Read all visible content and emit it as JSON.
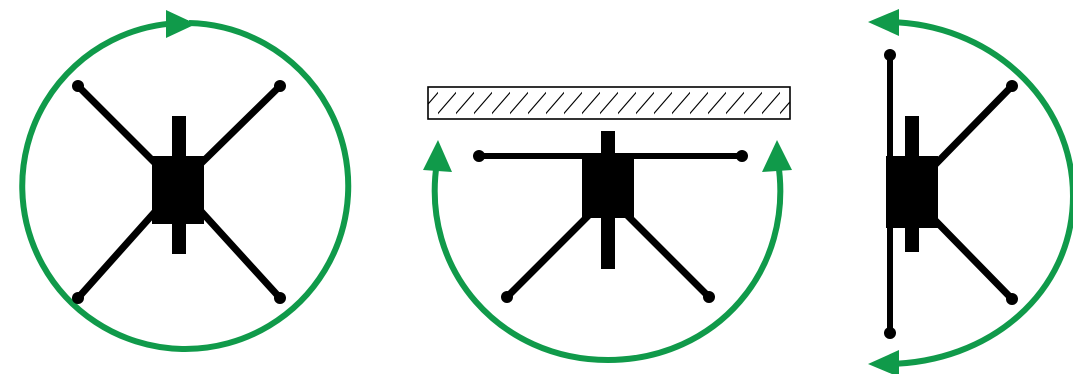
{
  "colors": {
    "rotation_arrow": "#109a4a",
    "mount": "#000000",
    "background": "#ffffff",
    "wall_outline": "#000000"
  },
  "panels": [
    {
      "id": "full-rotation",
      "icons": [
        "rotation-circle-arrow-icon",
        "tv-mount-x-arms-icon"
      ]
    },
    {
      "id": "ceiling-swing",
      "icons": [
        "ceiling-plate-icon",
        "rotation-arc-arrow-icon",
        "tv-mount-icon"
      ]
    },
    {
      "id": "side-swing",
      "icons": [
        "rotation-arc-arrow-icon",
        "tv-mount-icon"
      ]
    }
  ]
}
